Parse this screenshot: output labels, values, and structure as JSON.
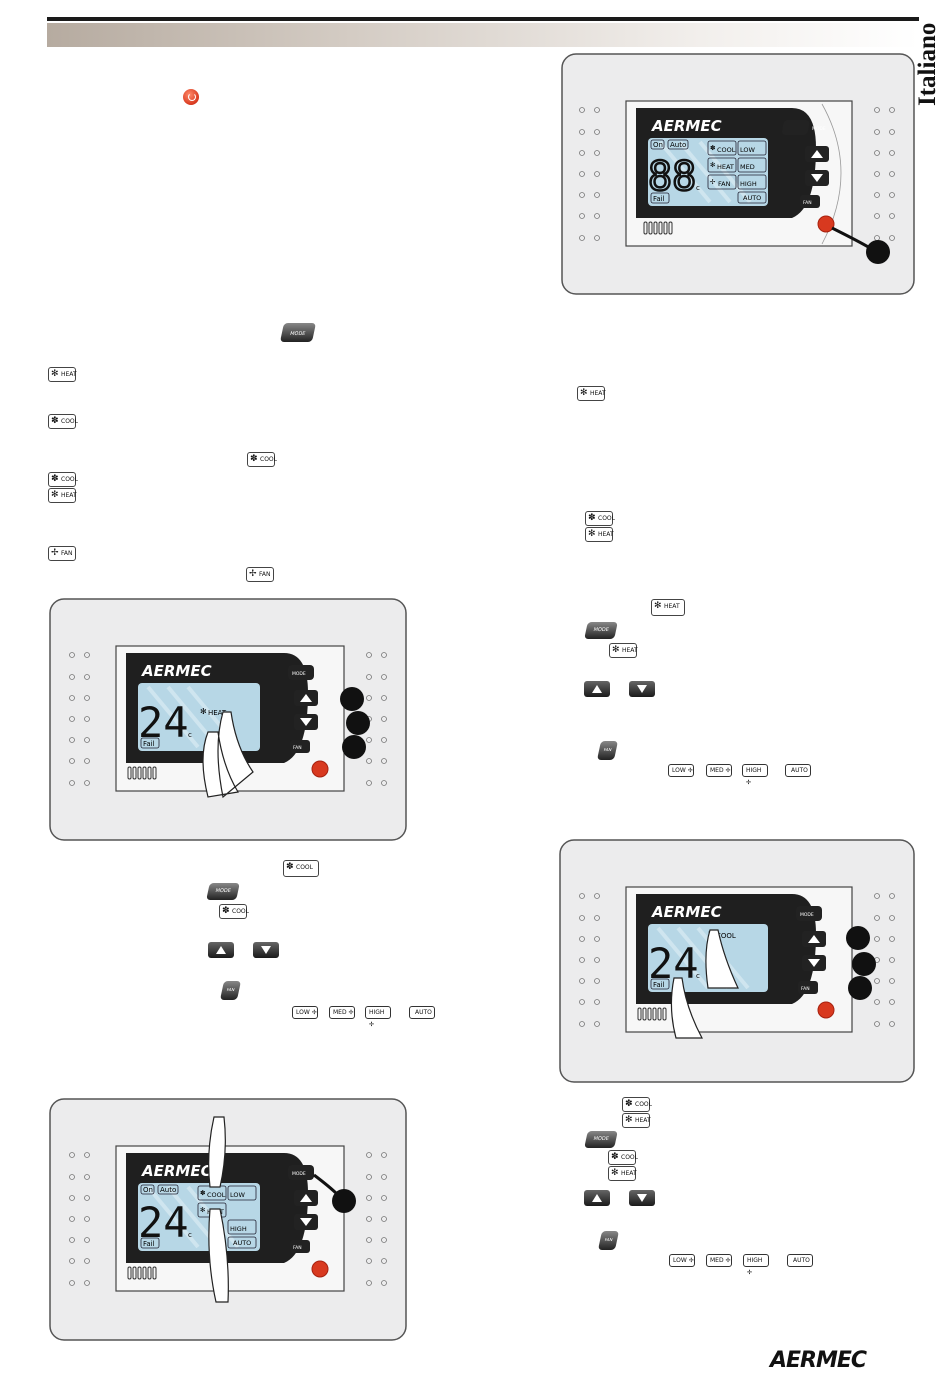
{
  "header": {
    "language": "Italiano"
  },
  "brand": {
    "name": "AERMEC"
  },
  "icons": {
    "heat": "HEAT",
    "cool": "COOL",
    "fan": "FAN",
    "mode": "MODE",
    "low": "LOW",
    "med": "MED",
    "high": "HIGH",
    "auto": "AUTO"
  },
  "display": {
    "full_test_digits": "88",
    "temp_digits": "24",
    "unit": "c",
    "on_label": "On",
    "auto_label": "Auto",
    "fail_label": "Fail",
    "cool_label": "COOL",
    "heat_label": "HEAT",
    "fan_label": "FAN",
    "low_label": "LOW",
    "med_label": "MED",
    "high_label": "HIGH",
    "auto_speed_label": "AUTO",
    "mode_label": "MODE",
    "fan_key_label": "FAN"
  },
  "colors": {
    "lcd": "#b7d7e6",
    "bezel": "#222222",
    "power": "#d8391f",
    "panel": "#e9e9ea"
  }
}
